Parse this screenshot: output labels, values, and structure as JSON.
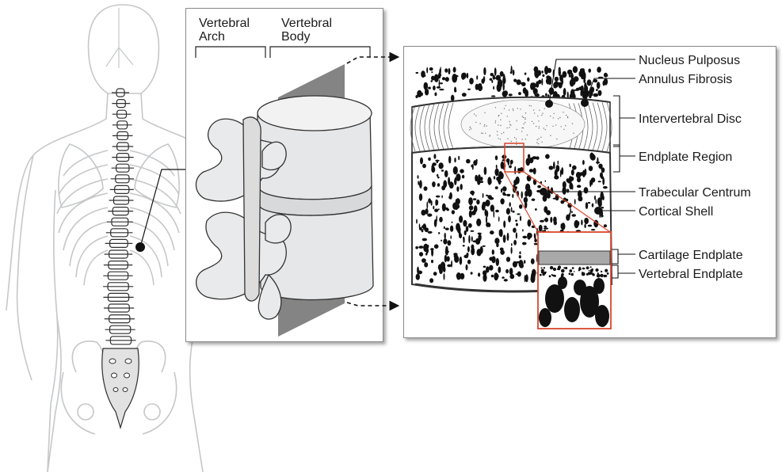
{
  "region_labels": {
    "arch_line1": "Vertebral",
    "arch_line2": "Arch",
    "body_line1": "Vertebral",
    "body_line2": "Body"
  },
  "callouts": {
    "nucleus_pulposus": "Nucleus Pulposus",
    "annulus_fibrosis": "Annulus Fibrosis",
    "intervertebral_disc": "Intervertebral Disc",
    "endplate_region": "Endplate Region",
    "trabecular_centrum": "Trabecular Centrum",
    "cortical_shell": "Cortical Shell",
    "cartilage_endplate": "Cartilage Endplate",
    "vertebral_endplate": "Vertebral Endplate"
  },
  "colors": {
    "line": "#3a3a3a",
    "bone_fill": "#e6e7e8",
    "body_outline": "#c9cbcd",
    "cartilage_fill": "#a9a9a9",
    "highlight": "#d9472b",
    "dark": "#111111"
  }
}
